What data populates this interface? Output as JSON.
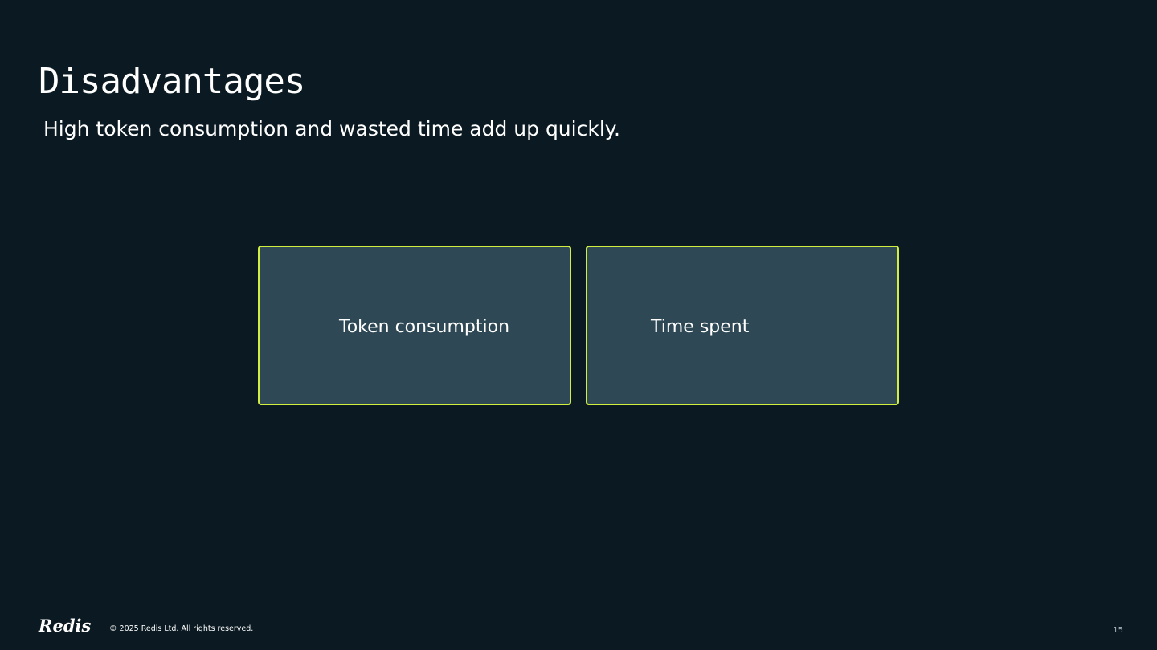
{
  "slide": {
    "title": "Disadvantages",
    "subtitle": "High token consumption and wasted time add up quickly.",
    "cards": [
      {
        "label": "Token consumption"
      },
      {
        "label": "Time spent"
      }
    ],
    "footer": {
      "logo_text": "Redis",
      "copyright": "© 2025 Redis Ltd. All rights reserved.",
      "page_number": "15"
    },
    "colors": {
      "background": "#0b1a22",
      "card_fill": "#2e4855",
      "card_border": "#d2ef3f",
      "text": "#ffffff"
    }
  }
}
